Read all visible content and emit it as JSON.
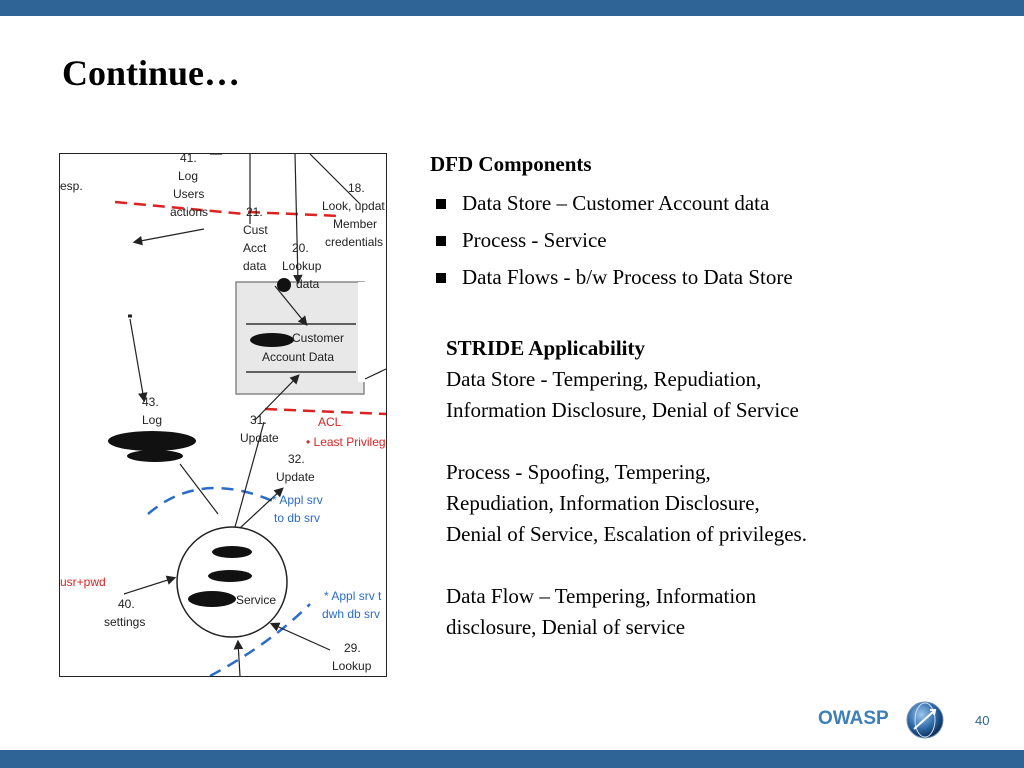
{
  "slide": {
    "title": "Continue…",
    "page_number": "40",
    "footer_brand": "OWASP"
  },
  "diagram": {
    "labels": {
      "esp": "esp.",
      "n41": "41.",
      "log_users_1": "Log",
      "log_users_2": "Users",
      "log_users_3": "actions",
      "n18": "18.",
      "look_update": "Look, updat",
      "member": "Member",
      "credentials": "credentials",
      "n21": "21.",
      "cust": "Cust",
      "acct": "Acct",
      "data21": "data",
      "n20": "20.",
      "lookup20": "Lookup",
      "data20": "data",
      "customer": "Customer",
      "account_data": "Account Data",
      "n43": "43.",
      "log43": "Log",
      "n31": "31.",
      "update31": "Update",
      "n32": "32.",
      "update32": "Update",
      "acl": "ACL",
      "least_privilege": "• Least Privilege",
      "appl_srv_1": "* Appl srv",
      "appl_srv_2": "to db srv",
      "usr_pwd": "usr+pwd",
      "n40": "40.",
      "settings": "settings",
      "service": "Service",
      "appl_srv_dwh_1": "* Appl srv t",
      "appl_srv_dwh_2": "dwh db srv",
      "n29": "29.",
      "lookup29": "Lookup"
    }
  },
  "dfd": {
    "heading": "DFD Components",
    "items": [
      "Data Store – Customer Account data",
      "Process  -   Service",
      "Data Flows -  b/w Process to Data Store"
    ]
  },
  "stride": {
    "heading": "STRIDE  Applicability",
    "data_store_1": "Data Store  -  Tempering, Repudiation,",
    "data_store_2": "Information Disclosure, Denial of Service",
    "process_1": "Process  -  Spoofing, Tempering,",
    "process_2": "Repudiation, Information Disclosure,",
    "process_3": "Denial of Service, Escalation of privileges.",
    "flow_1": "Data Flow – Tempering, Information",
    "flow_2": "disclosure, Denial of service"
  },
  "colors": {
    "bar": "#2e6496",
    "boundary_red": "#dd2222",
    "boundary_blue": "#2a6cc8",
    "brand": "#3f7fb8"
  },
  "icons": {
    "logo": "owasp-globe-logo",
    "bullet": "square-bullet"
  }
}
